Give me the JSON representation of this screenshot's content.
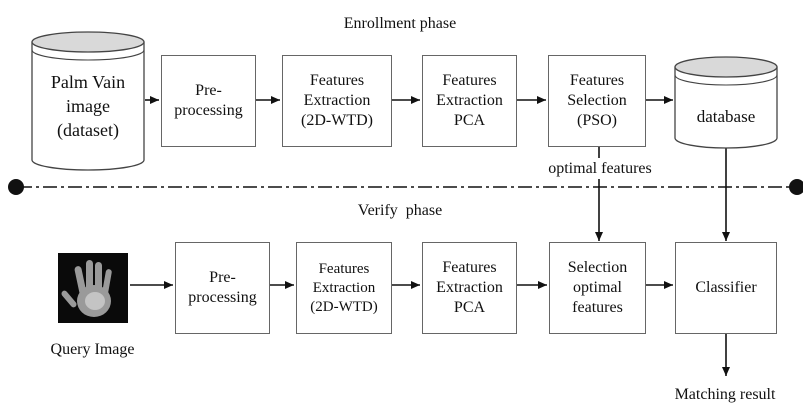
{
  "enroll": {
    "phase_label": "Enrollment phase",
    "source_label": "Palm Vain\nimage\n(dataset)",
    "steps": [
      "Pre-\nprocessing",
      "Features\nExtraction\n(2D-WTD)",
      "Features\nExtraction\nPCA",
      "Features\nSelection\n(PSO)"
    ],
    "database_label": "database",
    "optimal_label": "optimal features"
  },
  "verify": {
    "phase_label": "Verify  phase",
    "query_label": "Query Image",
    "steps": [
      "Pre-\nprocessing",
      "Features\nExtraction\n(2D-WTD)",
      "Features\nExtraction\nPCA",
      "Selection\noptimal\nfeatures"
    ],
    "classifier_label": "Classifier",
    "result_label": "Matching result"
  },
  "colors": {
    "line": "#111111",
    "box_border": "#666666",
    "cylinder_fill": "#d9d9d9"
  },
  "icons": {
    "query_image": "palm-hand-icon"
  }
}
